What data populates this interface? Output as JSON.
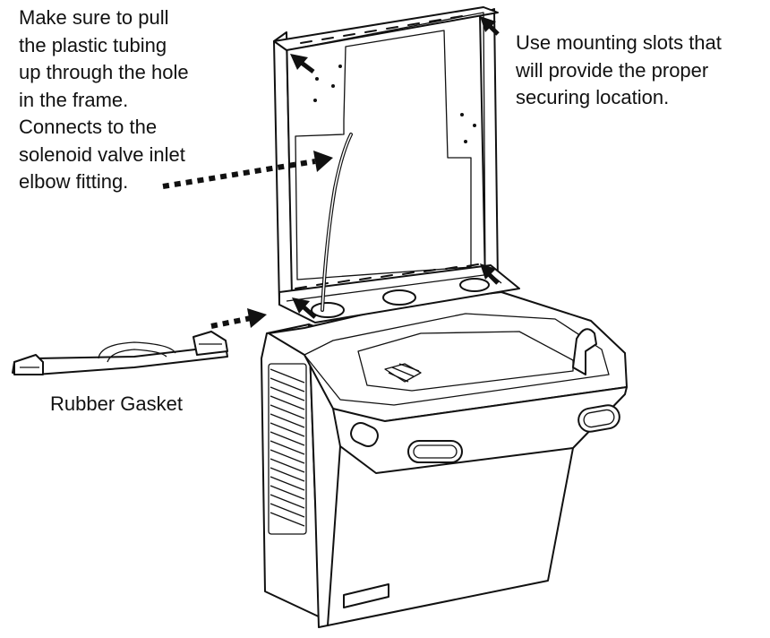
{
  "callouts": {
    "tubing": {
      "lines": [
        "Make sure to pull",
        "the plastic tubing",
        "up through the hole",
        "in the frame.",
        "Connects to the",
        "solenoid valve inlet",
        "elbow fitting."
      ]
    },
    "slots": {
      "lines": [
        "Use mounting slots that",
        "will provide the proper",
        "securing location."
      ]
    },
    "gasket": {
      "label": "Rubber Gasket"
    }
  },
  "colors": {
    "ink": "#111111",
    "paper": "#ffffff"
  }
}
